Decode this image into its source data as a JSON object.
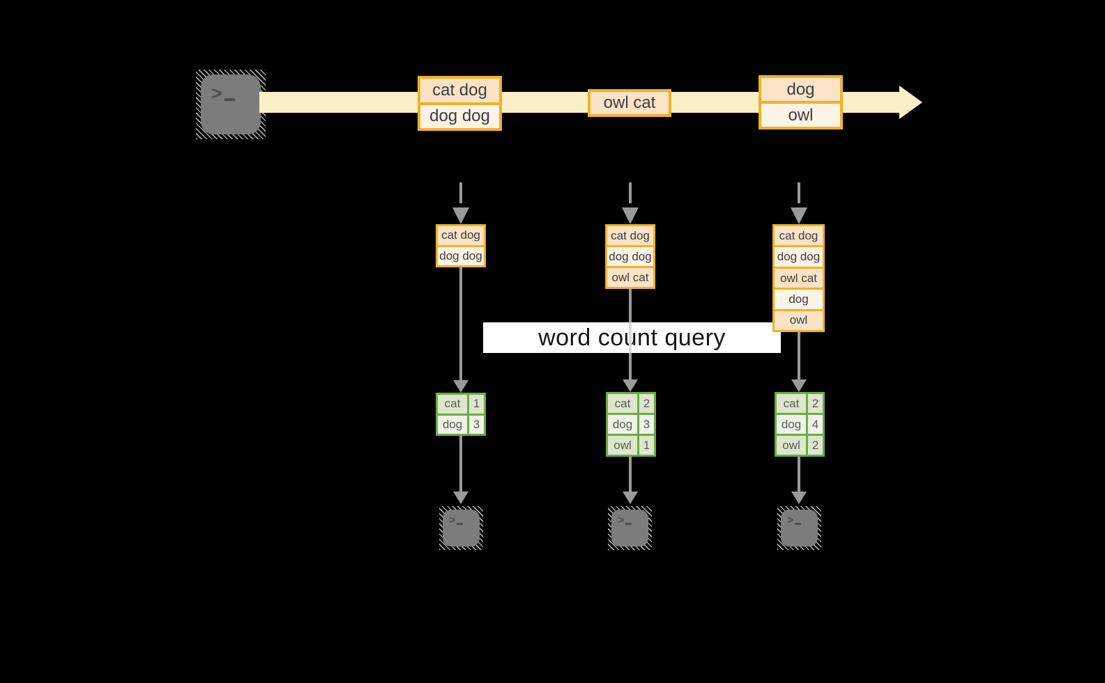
{
  "banner": {
    "label": "word count query"
  },
  "stream": {
    "batches": [
      [
        "cat dog",
        "dog dog"
      ],
      [
        "owl cat"
      ],
      [
        "dog",
        "owl"
      ]
    ]
  },
  "columns": [
    {
      "stack": [
        "cat dog",
        "dog dog"
      ],
      "counts": [
        {
          "word": "cat",
          "count": "1"
        },
        {
          "word": "dog",
          "count": "3"
        }
      ]
    },
    {
      "stack": [
        "cat dog",
        "dog dog",
        "owl cat"
      ],
      "counts": [
        {
          "word": "cat",
          "count": "2"
        },
        {
          "word": "dog",
          "count": "3"
        },
        {
          "word": "owl",
          "count": "1"
        }
      ]
    },
    {
      "stack": [
        "cat dog",
        "dog dog",
        "owl cat",
        "dog",
        "owl"
      ],
      "counts": [
        {
          "word": "cat",
          "count": "2"
        },
        {
          "word": "dog",
          "count": "4"
        },
        {
          "word": "owl",
          "count": "2"
        }
      ]
    }
  ],
  "icons": {
    "terminal": "terminal-prompt-icon",
    "prompt_char": ">"
  },
  "colors": {
    "background": "#000000",
    "stream_band": "#faf0c8",
    "accent_orange": "#f0b223",
    "cell_peach_dark": "#fae3c7",
    "cell_peach_light": "#fdf3e6",
    "green_border": "#6faa46",
    "green_cell_dark": "#dce8cc",
    "green_cell_light": "#eff4e9",
    "banner_bg": "#ffffff",
    "arrow_gray": "#9a9a9a",
    "terminal_gray": "#7c7c7c"
  }
}
